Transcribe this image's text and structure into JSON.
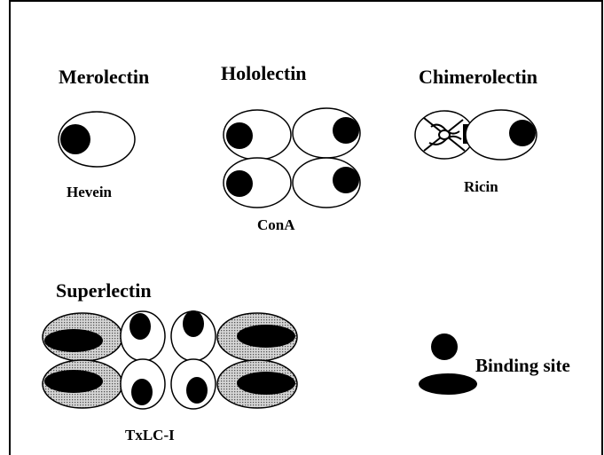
{
  "categories": {
    "merolectin": {
      "title": "Merolectin",
      "example": "Hevein"
    },
    "hololectin": {
      "title": "Hololectin",
      "example": "ConA"
    },
    "chimerolectin": {
      "title": "Chimerolectin",
      "example": "Ricin"
    },
    "superlectin": {
      "title": "Superlectin",
      "example": "TxLC-I"
    }
  },
  "legend": {
    "label": "Binding site"
  },
  "colors": {
    "ink": "#000000",
    "paper": "#ffffff",
    "stipple": "#bdbdbd"
  }
}
